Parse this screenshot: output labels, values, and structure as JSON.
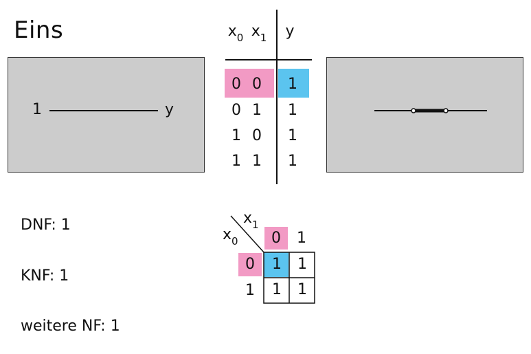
{
  "title": "Eins",
  "circuit": {
    "input_label": "1",
    "output_label": "y"
  },
  "truth_table": {
    "headers": {
      "x0": "x",
      "x0_sub": "0",
      "x1": "x",
      "x1_sub": "1",
      "y": "y"
    },
    "rows": [
      {
        "x0": "0",
        "x1": "0",
        "y": "1"
      },
      {
        "x0": "0",
        "x1": "1",
        "y": "1"
      },
      {
        "x0": "1",
        "x1": "0",
        "y": "1"
      },
      {
        "x0": "1",
        "x1": "1",
        "y": "1"
      }
    ],
    "highlight_row": 0
  },
  "normal_forms": {
    "dnf": "DNF: 1",
    "knf": "KNF: 1",
    "weitere": "weitere NF: 1"
  },
  "kmap": {
    "row_var": "x",
    "row_var_sub": "0",
    "col_var": "x",
    "col_var_sub": "1",
    "col_headers": [
      "0",
      "1"
    ],
    "row_headers": [
      "0",
      "1"
    ],
    "cells": [
      [
        "1",
        "1"
      ],
      [
        "1",
        "1"
      ]
    ]
  },
  "colors": {
    "panel_bg": "#cccccc",
    "input_highlight": "#f29ac4",
    "output_highlight": "#5bc4ef"
  }
}
